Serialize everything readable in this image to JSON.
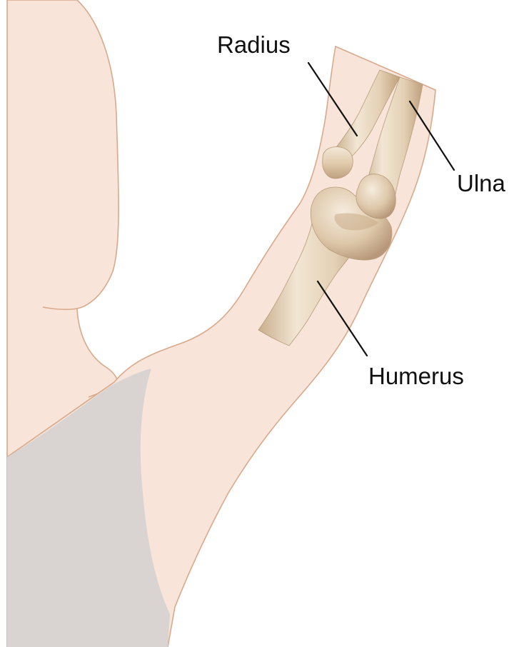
{
  "labels": {
    "radius": "Radius",
    "ulna": "Ulna",
    "humerus": "Humerus"
  },
  "colors": {
    "skin": "#f8e4d8",
    "skin_outline": "#d9a98c",
    "shirt": "#d9d3d2",
    "bone_light": "#f1e3cf",
    "bone_mid": "#dcc6a8",
    "bone_dark": "#b89c7a",
    "text": "#111111"
  }
}
